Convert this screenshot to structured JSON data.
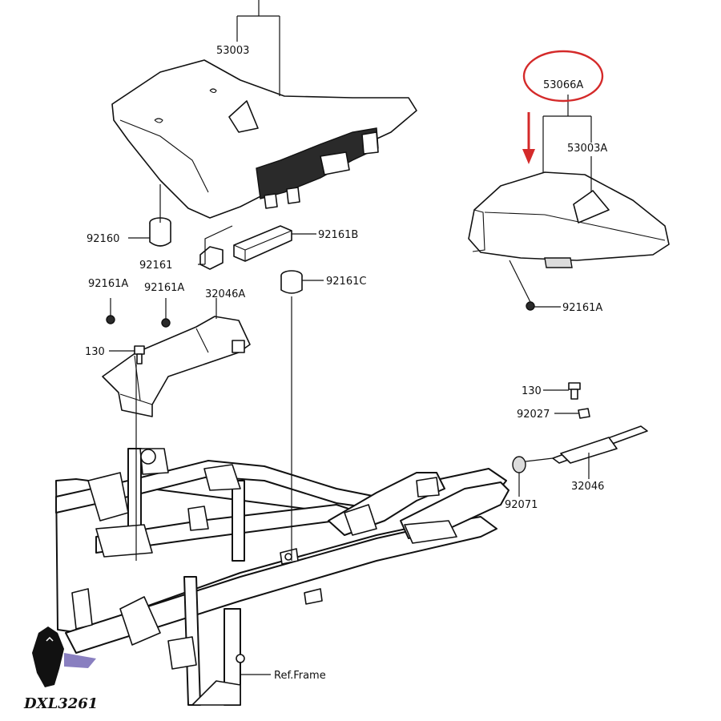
{
  "diagram": {
    "parts": {
      "seat_front": "53003",
      "seat_rear_assy": "53066A",
      "seat_rear": "53003A",
      "damper_front": "92160",
      "damper_left": "92161",
      "damper_pad": "92161B",
      "damper_center": "92161C",
      "damper_rear": "92161A",
      "damper_a1": "92161A",
      "damper_a2": "92161A",
      "bracket": "32046A",
      "bolt_left": "130",
      "bolt_right": "130",
      "clip": "92027",
      "collar": "92071",
      "rear_bracket": "32046",
      "ref_frame": "Ref.Frame"
    },
    "highlight": {
      "circled_part": "53066A",
      "circle_color": "#d42a2a",
      "arrow_color": "#d42a2a"
    },
    "watermark": "DXL3261"
  }
}
